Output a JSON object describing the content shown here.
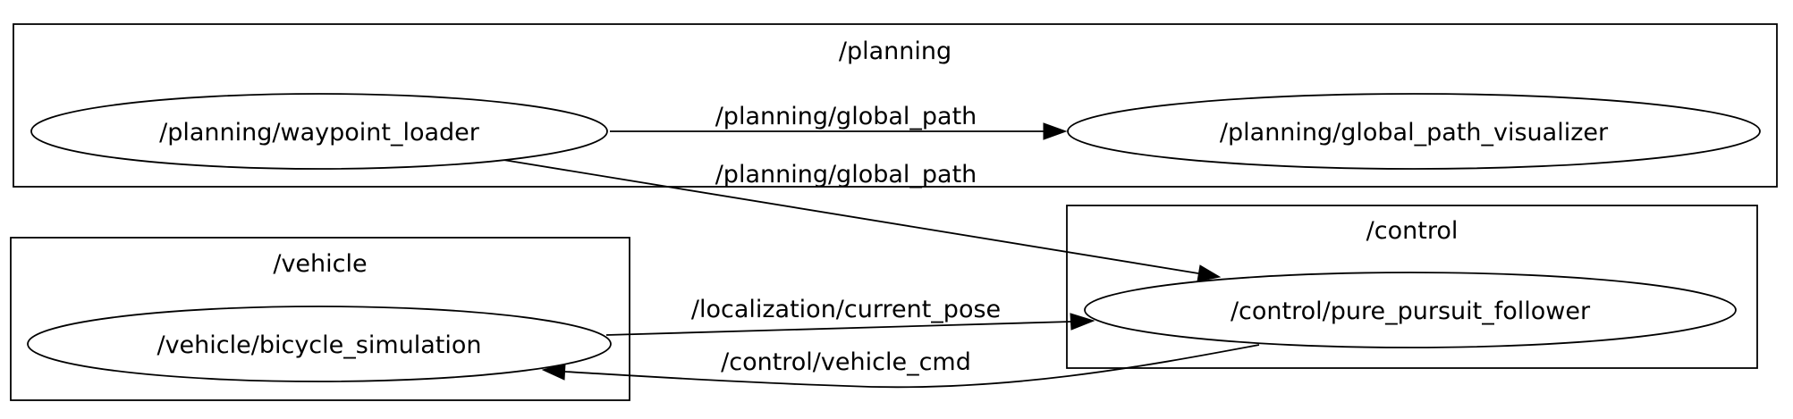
{
  "clusters": {
    "planning": {
      "label": "/planning"
    },
    "vehicle": {
      "label": "/vehicle"
    },
    "control": {
      "label": "/control"
    }
  },
  "nodes": {
    "waypoint_loader": {
      "label": "/planning/waypoint_loader"
    },
    "global_path_visualizer": {
      "label": "/planning/global_path_visualizer"
    },
    "bicycle_simulation": {
      "label": "/vehicle/bicycle_simulation"
    },
    "pure_pursuit_follower": {
      "label": "/control/pure_pursuit_follower"
    }
  },
  "edges": [
    {
      "label": "/planning/global_path",
      "from": "/planning/waypoint_loader",
      "to": "/planning/global_path_visualizer"
    },
    {
      "label": "/planning/global_path",
      "from": "/planning/waypoint_loader",
      "to": "/control/pure_pursuit_follower"
    },
    {
      "label": "/localization/current_pose",
      "from": "/vehicle/bicycle_simulation",
      "to": "/control/pure_pursuit_follower"
    },
    {
      "label": "/control/vehicle_cmd",
      "from": "/control/pure_pursuit_follower",
      "to": "/vehicle/bicycle_simulation"
    }
  ]
}
